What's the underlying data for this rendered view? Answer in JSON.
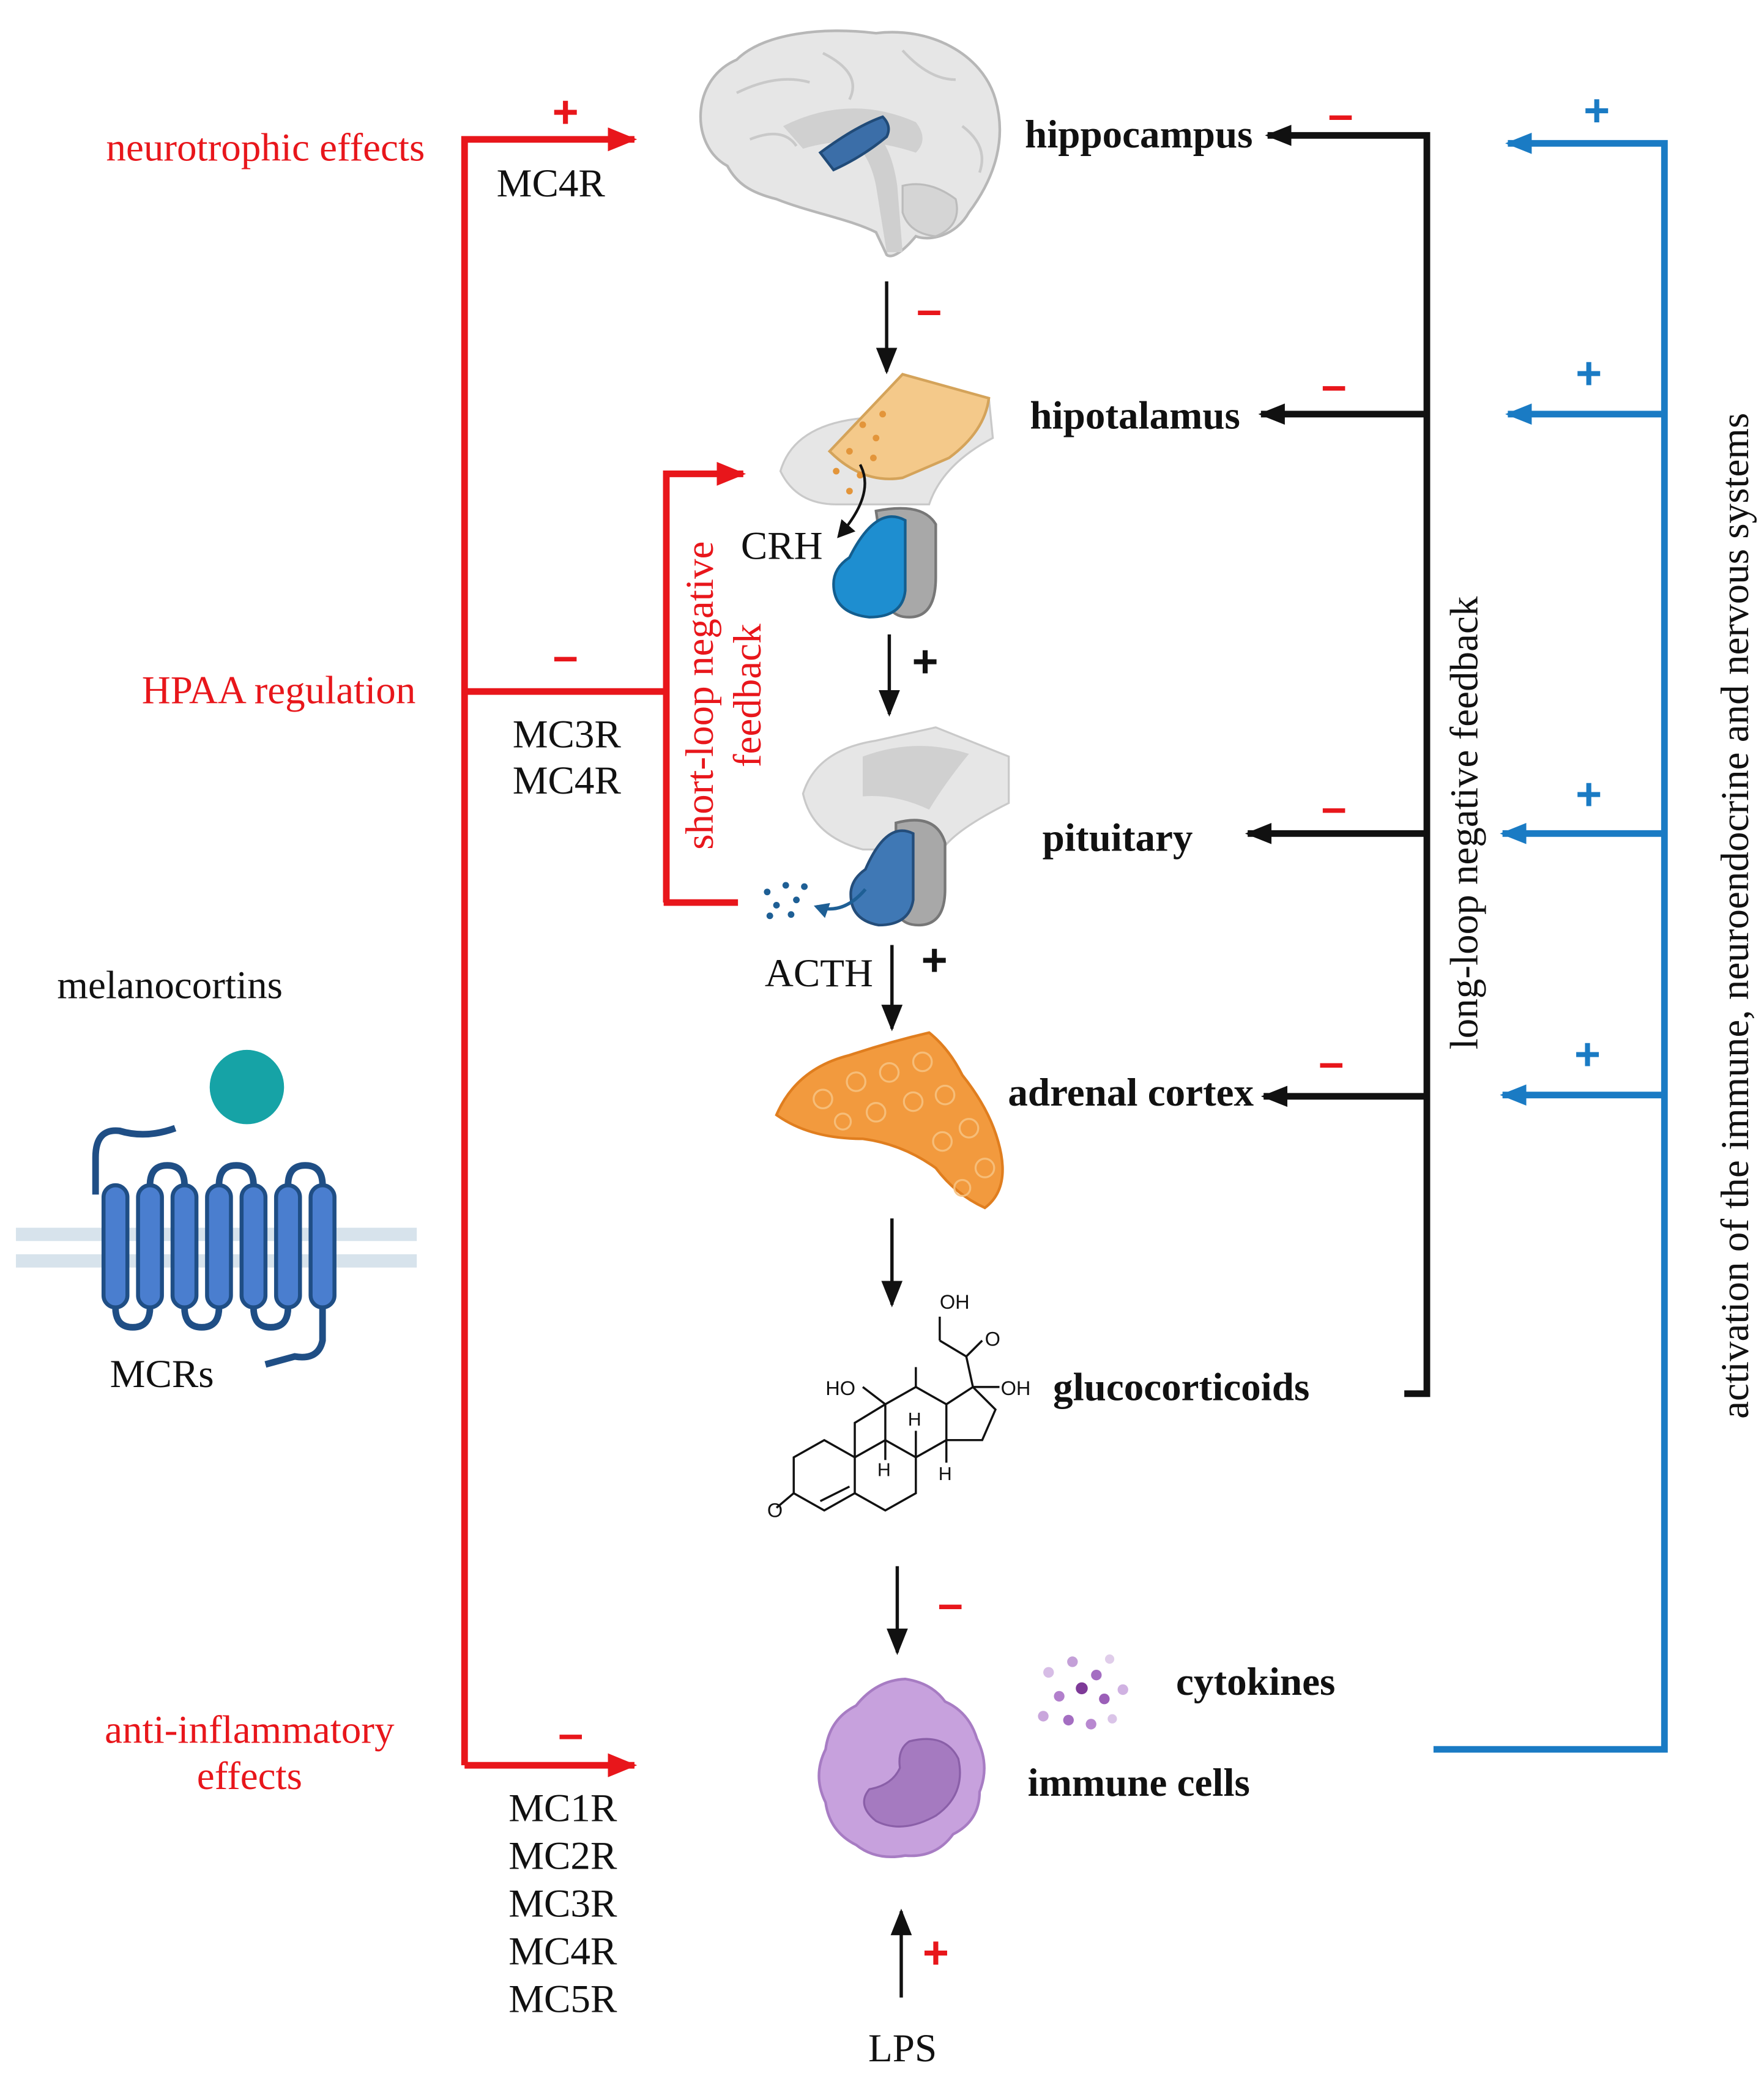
{
  "colors": {
    "red": "#e8161b",
    "blue": "#1a7bc4",
    "black": "#111111",
    "adrenal": "#f29a3e",
    "immune_cell": "#c7a1dd",
    "melanocortin": "#16a3a6",
    "receptor": "#4a7ecf"
  },
  "signs": {
    "plus": "+",
    "minus": "–"
  },
  "left": {
    "neurotrophic": "neurotrophic effects",
    "hpaa": "HPAA regulation",
    "anti_inflammatory_1": "anti-inflammatory",
    "anti_inflammatory_2": "effects",
    "melanocortins": "melanocortins",
    "mcrs": "MCRs"
  },
  "receptors": {
    "neurotrophic": "MC4R",
    "hpaa": [
      "MC3R",
      "MC4R"
    ],
    "anti_inflammatory": [
      "MC1R",
      "MC2R",
      "MC3R",
      "MC4R",
      "MC5R"
    ]
  },
  "short_loop": {
    "line1": "short-loop negative",
    "line2": "feedback"
  },
  "organs": {
    "hippocampus": "hippocampus",
    "hypothalamus": "hipotalamus",
    "pituitary": "pituitary",
    "adrenal": "adrenal cortex",
    "glucocorticoids": "glucocorticoids",
    "cytokines": "cytokines",
    "immune_cells": "immune cells"
  },
  "hormones": {
    "crh": "CRH",
    "acth": "ACTH",
    "lps": "LPS"
  },
  "molecule_labels": {
    "oh": "OH",
    "ho": "HO",
    "o": "O",
    "h": "H"
  },
  "long_loop": "long-loop negative feedback",
  "activation": "activation of the immune, neuroendocrine and nervous systems"
}
